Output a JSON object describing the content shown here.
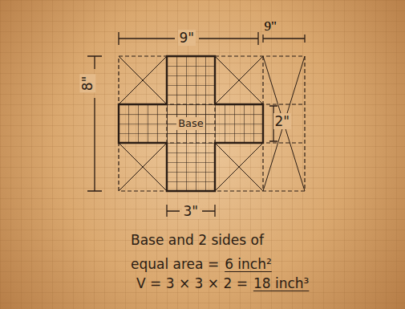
{
  "diagram": {
    "nodes": [
      {
        "text": [
          "Base"
        ]
      }
    ],
    "labels": [
      "9\"",
      "9\"",
      "8\"",
      "2\"",
      "3\"",
      "Base and 2 sides of equal area =",
      "6 inch²",
      "V = 3 × 3 × 2 =",
      "18 inch³"
    ]
  }
}
